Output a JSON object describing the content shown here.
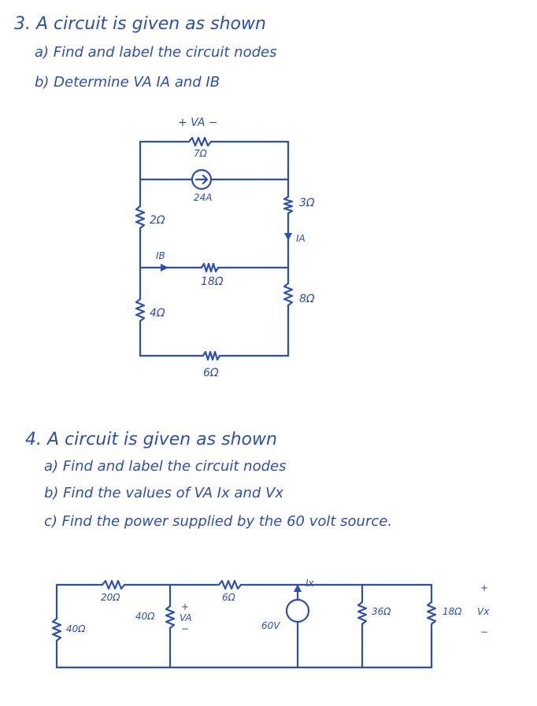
{
  "problem3": {
    "title": "3. A circuit is given as shown",
    "part_a": "a) Find and label the circuit nodes",
    "part_b": "b) Determine VA IA and IB",
    "labels": {
      "va_polarity": "+ VA −",
      "r7": "7Ω",
      "source_24": "24A",
      "r3": "3Ω",
      "ia": "IA",
      "r2": "2Ω",
      "ib": "IB",
      "r18": "18Ω",
      "r8": "8Ω",
      "r4": "4Ω",
      "r6": "6Ω"
    }
  },
  "problem4": {
    "title": "4. A circuit is given as shown",
    "part_a": "a) Find and label the circuit nodes",
    "part_b": "b) Find the values of VA Ix and Vx",
    "part_c": "c) Find the power supplied by the 60 volt source.",
    "labels": {
      "r20": "20Ω",
      "r6": "6Ω",
      "ix": "Ix",
      "r40a": "40Ω",
      "r40b": "40Ω",
      "va_plus": "+",
      "va": "VA",
      "va_minus": "−",
      "v60": "60V",
      "r36": "36Ω",
      "r18": "18Ω",
      "vx_plus": "+",
      "vx": "Vx",
      "vx_minus": "−"
    }
  },
  "colors": {
    "ink": "#2b4eb8",
    "paper": "#ffffff"
  }
}
